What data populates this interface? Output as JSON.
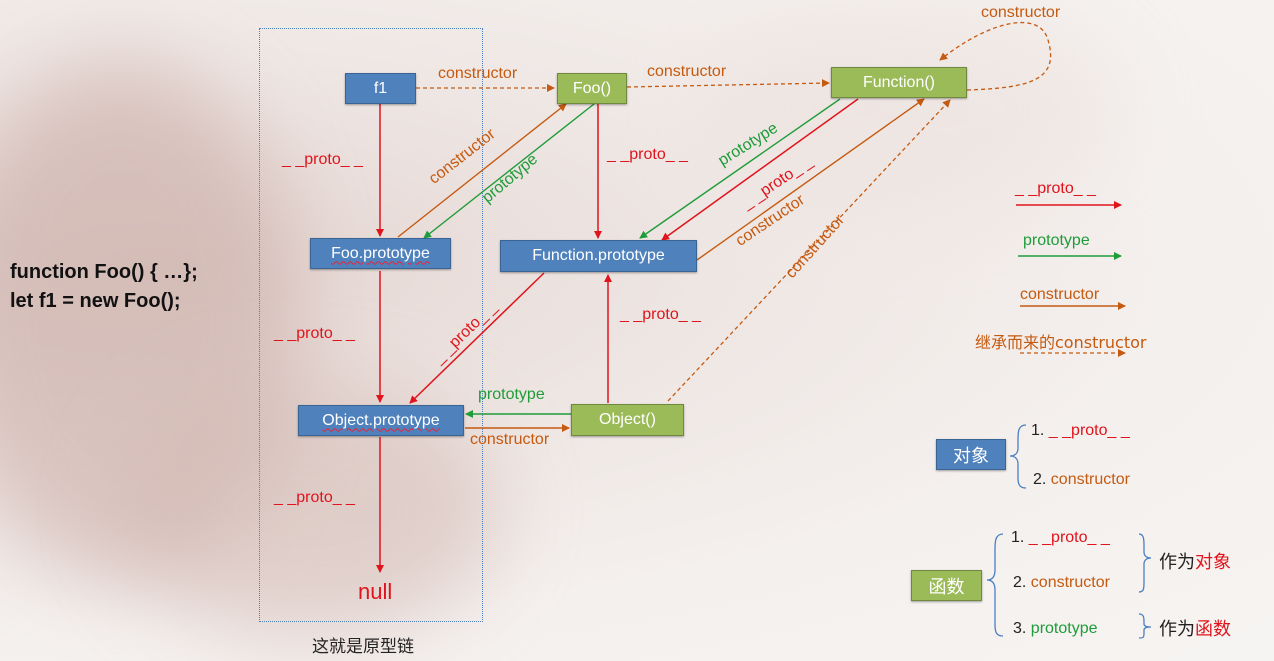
{
  "code": {
    "line1": "function Foo() { …};",
    "line2": "let f1 = new Foo();"
  },
  "nodes": {
    "f1": "f1",
    "foo": "Foo()",
    "function": "Function()",
    "foo_prototype": "Foo.prototype",
    "function_prototype": "Function.prototype",
    "object_prototype": "Object.prototype",
    "object": "Object()",
    "null": "null"
  },
  "edge_labels": {
    "proto": "_ _proto_ _",
    "constructor": "constructor",
    "prototype": "prototype"
  },
  "caption": "这就是原型链",
  "legend": {
    "proto": "_ _proto_ _",
    "prototype": "prototype",
    "constructor": "constructor",
    "inherited_constructor": "继承而来的constructor"
  },
  "object_box": {
    "label": "对象",
    "item1_num": "1.",
    "item1": "_ _proto_ _",
    "item2_num": "2.",
    "item2": "constructor"
  },
  "function_box": {
    "label": "函数",
    "item1_num": "1.",
    "item1": "_ _proto_ _",
    "item2_num": "2.",
    "item2": "constructor",
    "item3_num": "3.",
    "item3": "prototype",
    "as_prefix": "作为",
    "as_object": "对象",
    "as_function": "函数"
  },
  "colors": {
    "proto": "#e0141c",
    "prototype": "#1f9c3a",
    "constructor": "#c55a11",
    "node_blue": "#4f81bd",
    "node_green": "#9bbb59"
  }
}
